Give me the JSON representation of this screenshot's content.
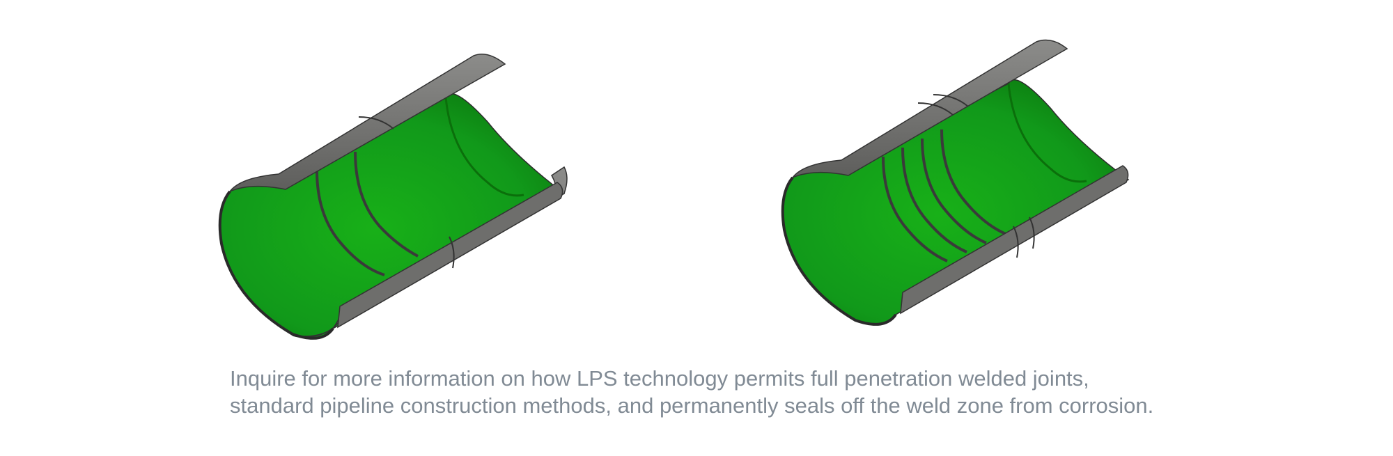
{
  "figures": [
    {
      "name": "pipe-section-single-joint",
      "interior_bands": 2
    },
    {
      "name": "pipe-section-double-joint",
      "interior_bands": 4
    }
  ],
  "caption": {
    "line1": "Inquire for more information on how LPS technology permits full penetration welded joints,",
    "line2": "standard pipeline construction methods, and permanently seals off the weld zone from corrosion."
  },
  "colors": {
    "interior_green": "#14a314",
    "interior_green_dark": "#0a6b0a",
    "shell_gray": "#7a7a78",
    "shell_gray_dark": "#555553",
    "edge": "#3a3a3a",
    "caption": "#808a94",
    "background": "#ffffff"
  }
}
